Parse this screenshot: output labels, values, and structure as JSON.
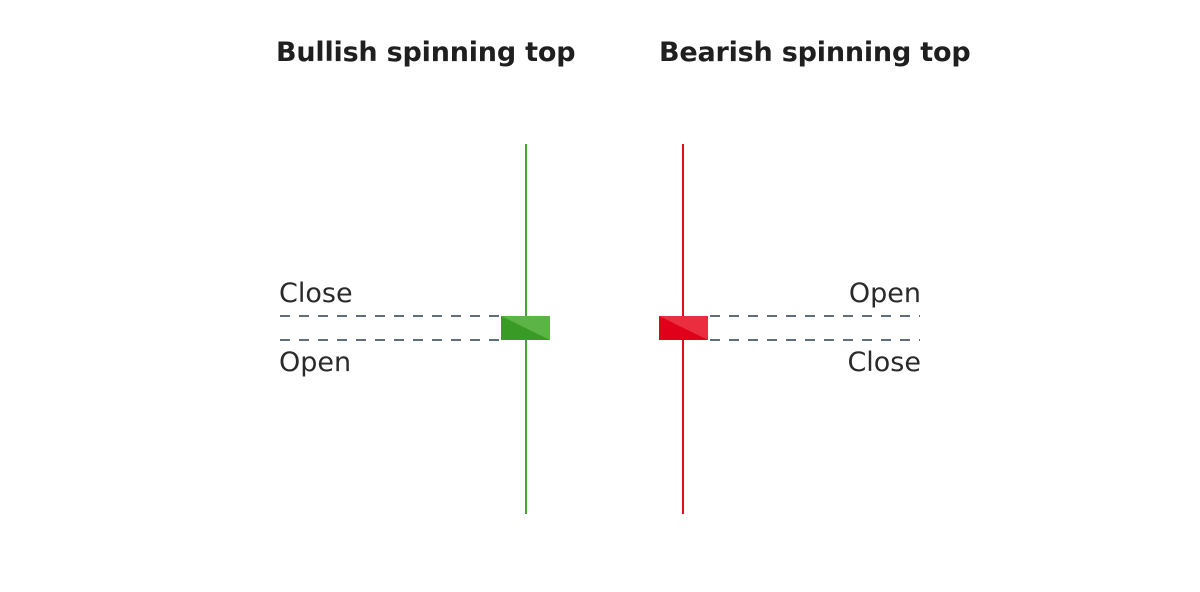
{
  "bullish": {
    "title": "Bullish spinning top",
    "upper_label": "Close",
    "lower_label": "Open",
    "color": "#4aa236",
    "body_color_dark": "#3a9a26",
    "body_color_light": "#5db446"
  },
  "bearish": {
    "title": "Bearish spinning top",
    "upper_label": "Open",
    "lower_label": "Close",
    "color": "#d6131f",
    "body_color_dark": "#e0001a",
    "body_color_light": "#ea2d3f"
  },
  "guide_color": "#2c3e50",
  "background": "#ffffff"
}
